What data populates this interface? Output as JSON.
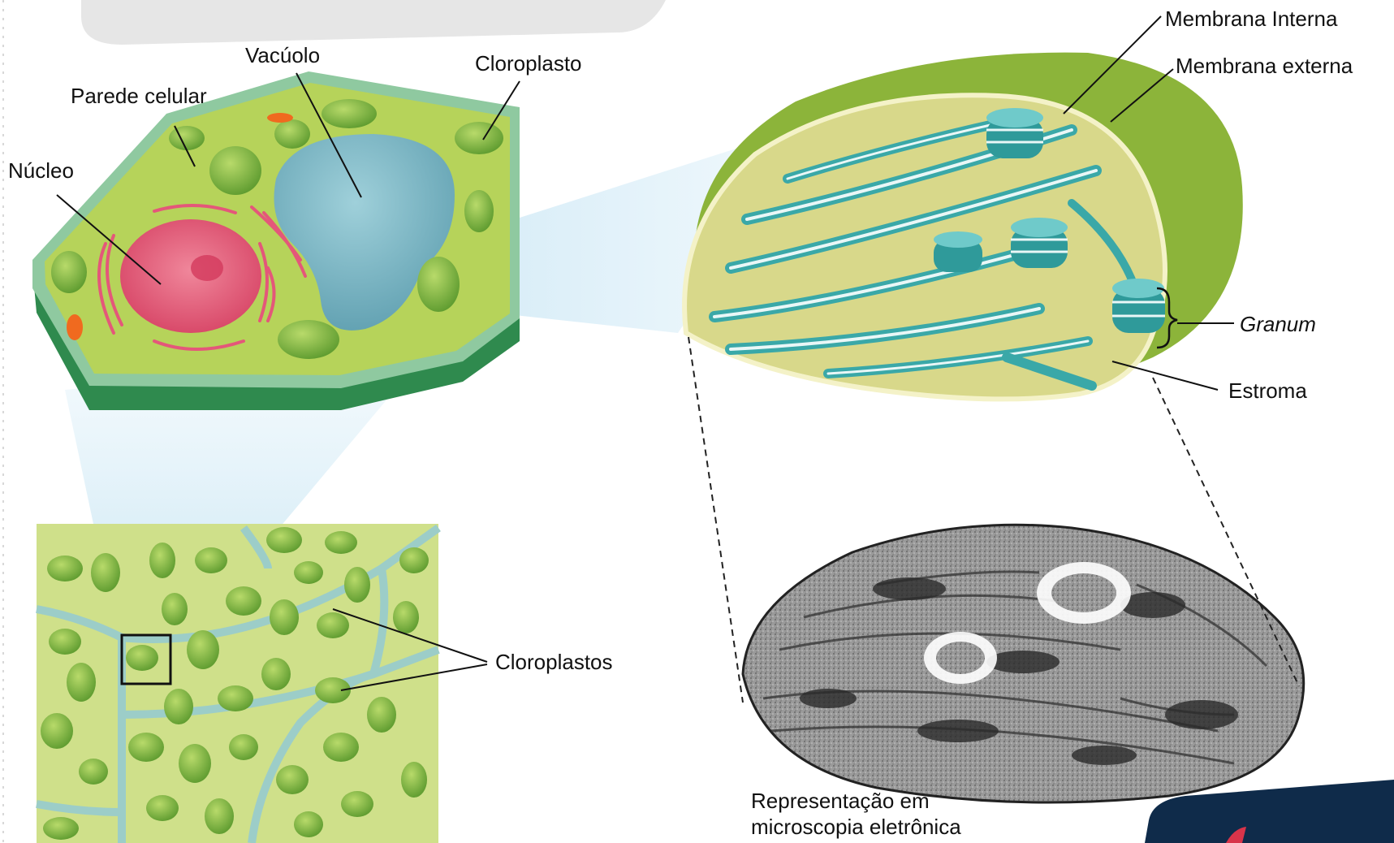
{
  "labels": {
    "vacuolo": "Vacúolo",
    "cloroplasto": "Cloroplasto",
    "parede_celular": "Parede celular",
    "nucleo": "Núcleo",
    "membrana_interna": "Membrana Interna",
    "membrana_externa": "Membrana externa",
    "granum": "Granum",
    "estroma": "Estroma",
    "cloroplastos": "Cloroplastos"
  },
  "caption": {
    "line1": "Representação em",
    "line2": "microscopia eletrônica"
  },
  "colors": {
    "cell_green": "#b9d35a",
    "cell_wall": "#3f9a5c",
    "nucleus": "#e9607d",
    "vacuole": "#7fb7c4",
    "chloroplast": "#7fb04a",
    "thylakoid": "#3aa8a8",
    "stroma": "#d8d88a",
    "outer_membrane": "#8cb43a",
    "zoom_beam": "#bfe3f2",
    "corner_badge": "#0f2b4a",
    "corner_accent": "#d8344a"
  }
}
